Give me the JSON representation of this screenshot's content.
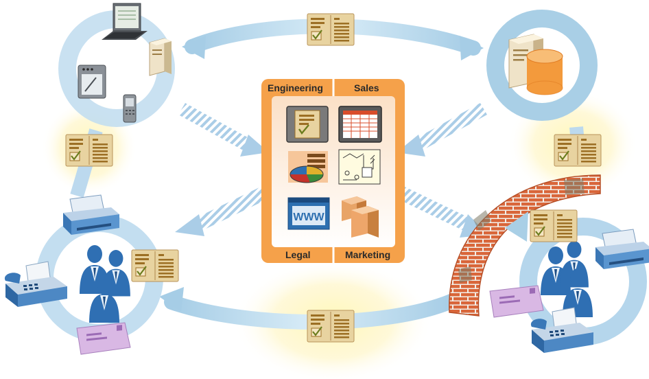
{
  "hub": {
    "labels": {
      "top_left": "Engineering",
      "top_right": "Sales",
      "bottom_left": "Legal",
      "bottom_right": "Marketing"
    },
    "www_text": "WWW"
  },
  "colors": {
    "hub_orange": "#f5a14a",
    "hub_orange_dark": "#e07b22",
    "cycle_blue": "#a9cfe6",
    "arrow_blue": "#bcd9ee",
    "doc_tan": "#e8d3a0",
    "doc_lines": "#9c6f24",
    "check": "#6b7d1e",
    "glow_yellow": "#fff3a8",
    "brick": "#d9663a",
    "person_blue": "#2f6fb3",
    "envelope": "#c9a6d6"
  },
  "icons": [
    "laptop-icon",
    "server-icon",
    "pda-icon",
    "phone-icon",
    "server-database-icon",
    "printer-icon",
    "fax-icon",
    "people-icon",
    "envelope-icon",
    "document-checkmark-icon",
    "spreadsheet-icon",
    "pie-chart-icon",
    "circuit-diagram-icon",
    "web-page-icon",
    "boxes-icon",
    "firewall-brick-wall-icon"
  ]
}
